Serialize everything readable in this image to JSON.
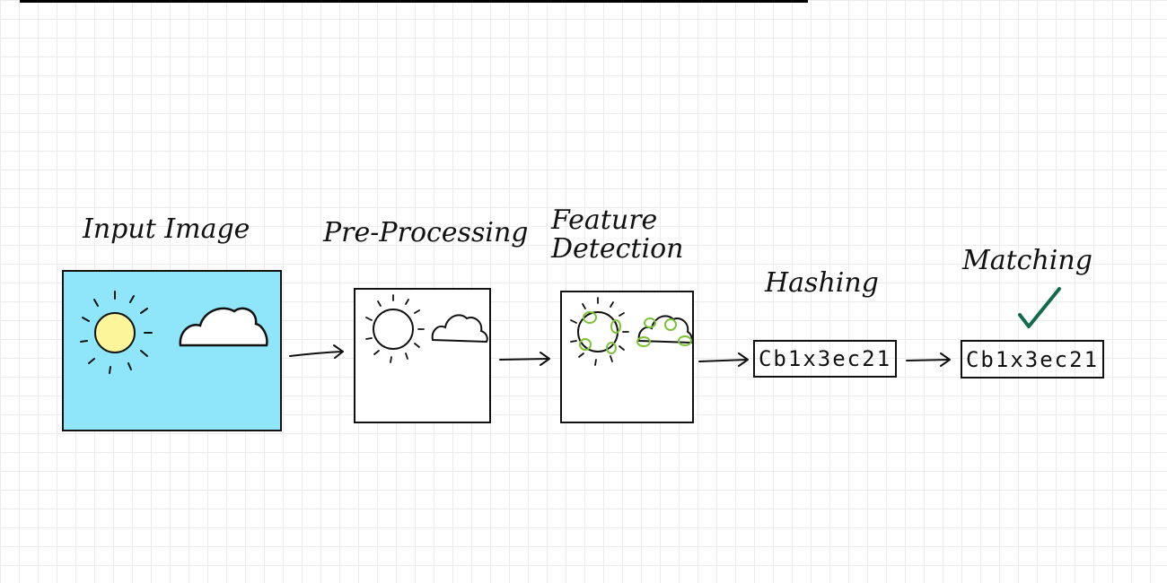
{
  "stages": [
    {
      "id": "input",
      "label": "Input Image"
    },
    {
      "id": "preprocessing",
      "label": "Pre-Processing"
    },
    {
      "id": "feature-detection",
      "label": "Feature Detection"
    },
    {
      "id": "hashing",
      "label": "Hashing",
      "value": "Cb1x3ec21"
    },
    {
      "id": "matching",
      "label": "Matching",
      "value": "Cb1x3ec21"
    }
  ],
  "colors": {
    "sky": "#8fe6fb",
    "sun": "#fdf59a",
    "feature_marker": "#7cc33a",
    "checkmark": "#136b4d",
    "ink": "#111111"
  },
  "icons": {
    "sun": "sun-icon",
    "cloud": "cloud-icon",
    "arrow": "right-arrow-icon",
    "check": "checkmark-icon"
  }
}
